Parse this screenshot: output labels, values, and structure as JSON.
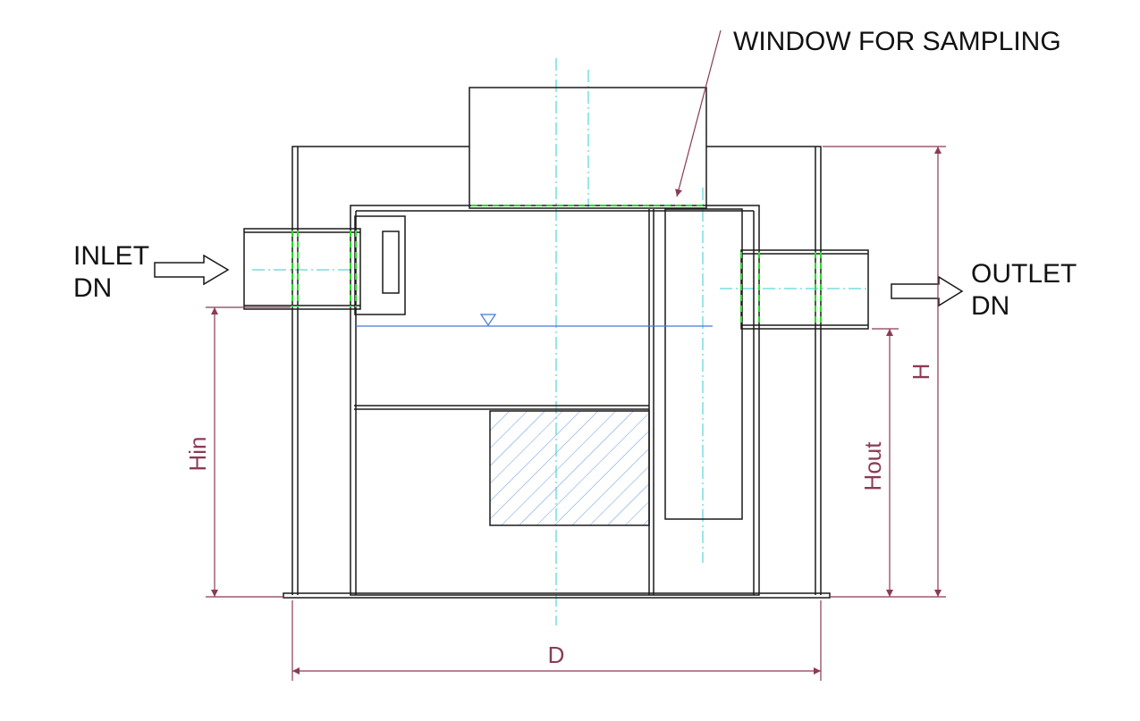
{
  "labels": {
    "window_for_sampling": "WINDOW FOR SAMPLING",
    "inlet_line1": "INLET",
    "inlet_line2": "DN",
    "outlet_line1": "OUTLET",
    "outlet_line2": "DN"
  },
  "dimensions": {
    "hin": "Hin",
    "hout": "Hout",
    "h": "H",
    "d": "D"
  },
  "colors": {
    "outline": "#1a1a1a",
    "dimension": "#8b3a55",
    "hidden_green": "#22dd22",
    "centerline_cyan": "#33cccc",
    "water_blue": "#4477dd",
    "hatch": "#6699dd"
  }
}
